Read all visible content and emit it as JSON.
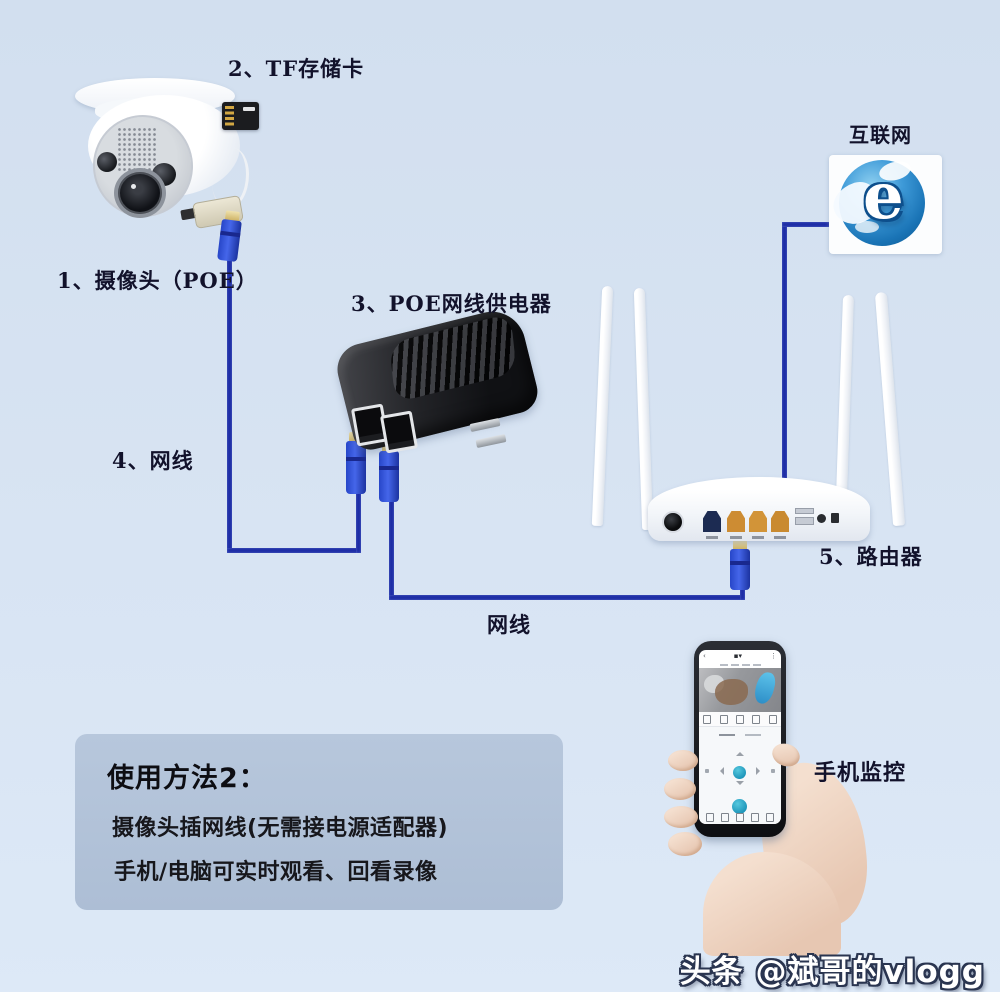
{
  "diagram": {
    "device_labels": {
      "camera": "1、摄像头（POE）",
      "tf_card": "2、TF存储卡",
      "poe_injector": "3、POE网线供电器",
      "cable_left": "4、网线",
      "router": "5、路由器",
      "internet": "互联网",
      "cable_bottom": "网线",
      "phone_monitor": "手机监控"
    },
    "internet_icon": {
      "letter": "e"
    }
  },
  "instruction_box": {
    "title": "使用方法2：",
    "line1": "摄像头插网线(无需接电源适配器)",
    "line2": "手机/电脑可实时观看、回看录像"
  },
  "watermark": {
    "text": "头条 @斌哥的vlogg"
  },
  "colors": {
    "background": "#d7e3f2",
    "cable_blue": "#1e2da6",
    "instruction_panel": "#b2c3d9",
    "connector_blue": "#2f55d8",
    "router_lan_port": "#cd8c33",
    "router_wan_port": "#1c2b52",
    "teal_button": "#2aa7c9"
  }
}
